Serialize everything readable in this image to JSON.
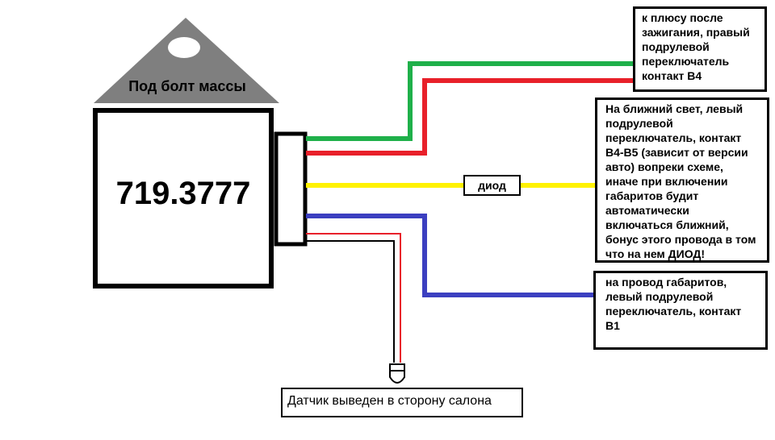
{
  "relay": {
    "mount_label": "Под болт массы",
    "model": "719.3777"
  },
  "notes": {
    "ignition": "к плюсу после\nзажигания, правый\nподрулевой\nпереключатель\nконтакт  В4",
    "low_beam": "На ближний свет, левый\nподрулевой\nпереключатель, контакт\nВ4-В5 (зависит от версии\nавто) вопреки схеме,\nиначе при включении\nгабаритов будит\nавтоматически\nвключаться  ближний,\nбонус этого провода в том\nчто на нем ДИОД!",
    "parking": "на провод габаритов,\nлевый подрулевой\nпереключатель, контакт\nВ1",
    "diode": "диод",
    "sensor": "Датчик выведен в сторону салона"
  },
  "wire_colors": {
    "green": "#1fb04a",
    "red": "#e8202a",
    "yellow": "#fff200",
    "blue": "#3b3fc0",
    "black": "#000000",
    "triangle_gray": "#7f7f7f"
  }
}
